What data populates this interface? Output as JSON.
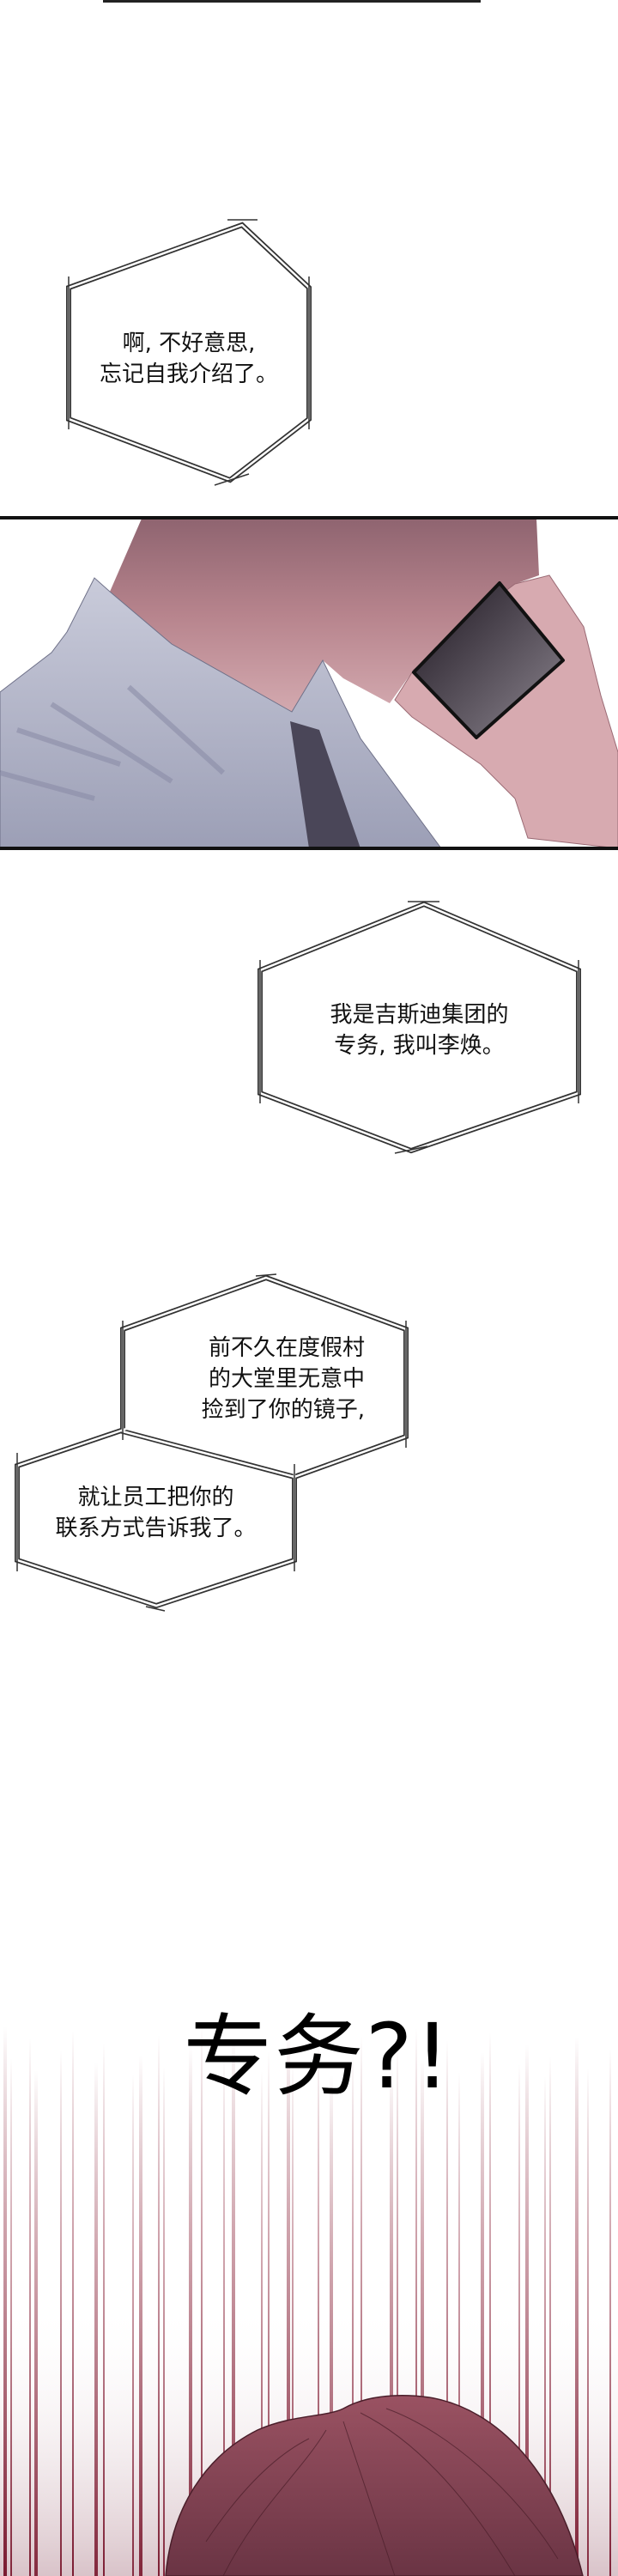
{
  "bubbles": [
    {
      "lines": [
        "啊, 不好意思,",
        "忘记自我介绍了。"
      ]
    },
    {
      "lines": [
        "我是吉斯迪集团的",
        "专务, 我叫李焕。"
      ]
    },
    {
      "lines": [
        "前不久在度假村",
        "的大堂里无意中",
        "捡到了你的镜子,"
      ]
    },
    {
      "lines": [
        "就让员工把你的",
        "联系方式告诉我了。"
      ]
    }
  ],
  "sfx": "专务?!",
  "colors": {
    "ink": "#111111",
    "accent_red": "#8a2a3e",
    "hair": "#7a4150",
    "shirt": "#aeb1c6",
    "skin": "#c99aa2",
    "phone": "#2a2230"
  }
}
